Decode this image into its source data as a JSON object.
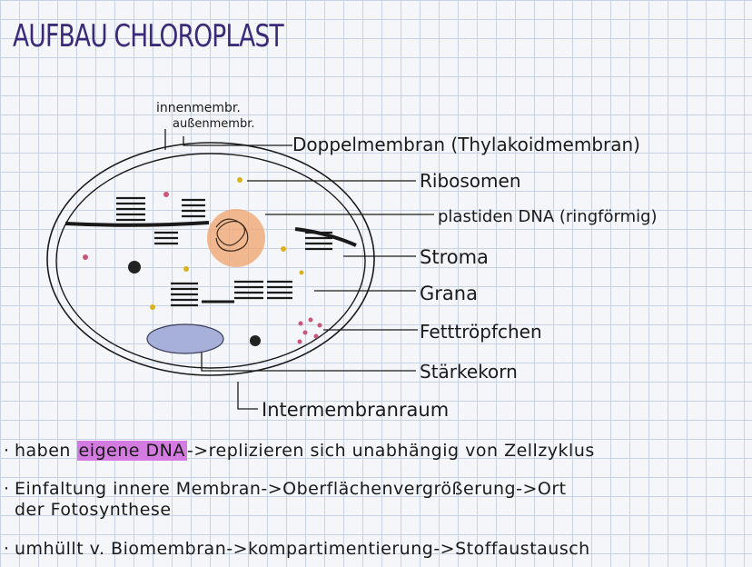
{
  "title": "AUFBAU CHLOROPLAST",
  "diagram": {
    "membrane_labels": {
      "inner": "innenmembr.",
      "outer": "außenmembr."
    },
    "labels": [
      "Doppelmembran (Thylakoidmembran)",
      "Ribosomen",
      "plastiden DNA (ringförmig)",
      "Stroma",
      "Grana",
      "Fetttröpfchen",
      "Stärkekorn",
      "Intermembranraum"
    ],
    "colors": {
      "dna": "#f0a36b",
      "starch": "#a6b0d8",
      "fat": "#c9567a",
      "ribosome": "#d9b21e",
      "title": "#3a2a78",
      "highlight": "#d37be0"
    }
  },
  "notes": {
    "line1_pre": "haben ",
    "line1_highlight": "eigene DNA",
    "line1_post": "->replizieren sich unabhängig von Zellzyklus",
    "line2a": "Einfaltung innere Membran->Oberflächenvergrößerung->Ort",
    "line2b": "der Fotosynthese",
    "line3": "umhüllt v. Biomembran->kompartimentierung->Stoffaustausch"
  }
}
